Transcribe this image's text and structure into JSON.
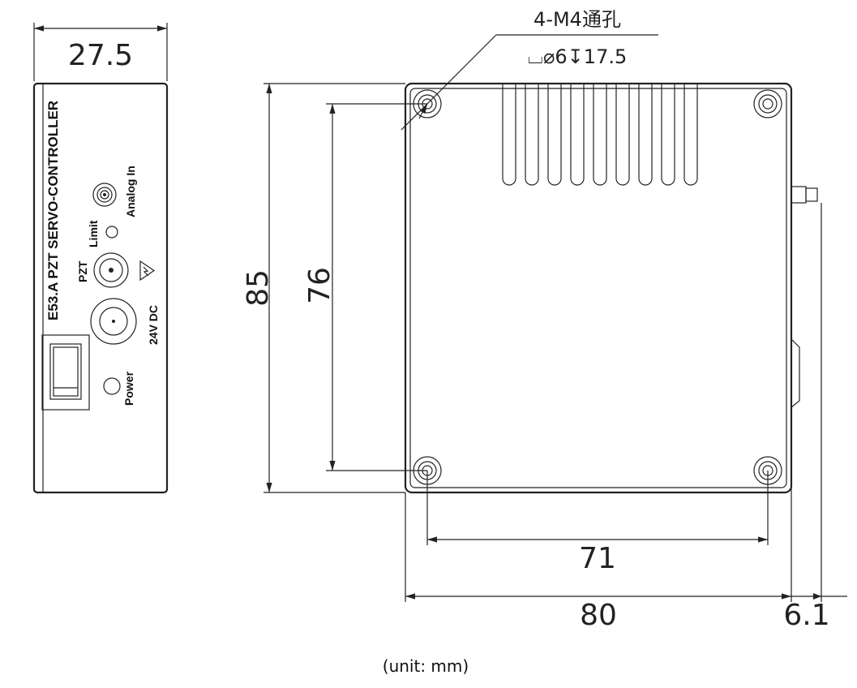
{
  "panel": {
    "title": "E53.A PZT SERVO-CONTROLLER",
    "analog_in": "Analog In",
    "limit": "Limit",
    "pzt": "PZT",
    "dc_in": "24V DC",
    "power": "Power"
  },
  "dimensions": {
    "side_width": "27.5",
    "height": "85",
    "hole_spacing_v": "76",
    "hole_spacing_h": "71",
    "width": "80",
    "knob_depth": "6.1"
  },
  "hole_note": {
    "line1": "4-M4通孔",
    "line2": "⌴⌀6↧17.5"
  },
  "unit_note": "(unit: mm)"
}
